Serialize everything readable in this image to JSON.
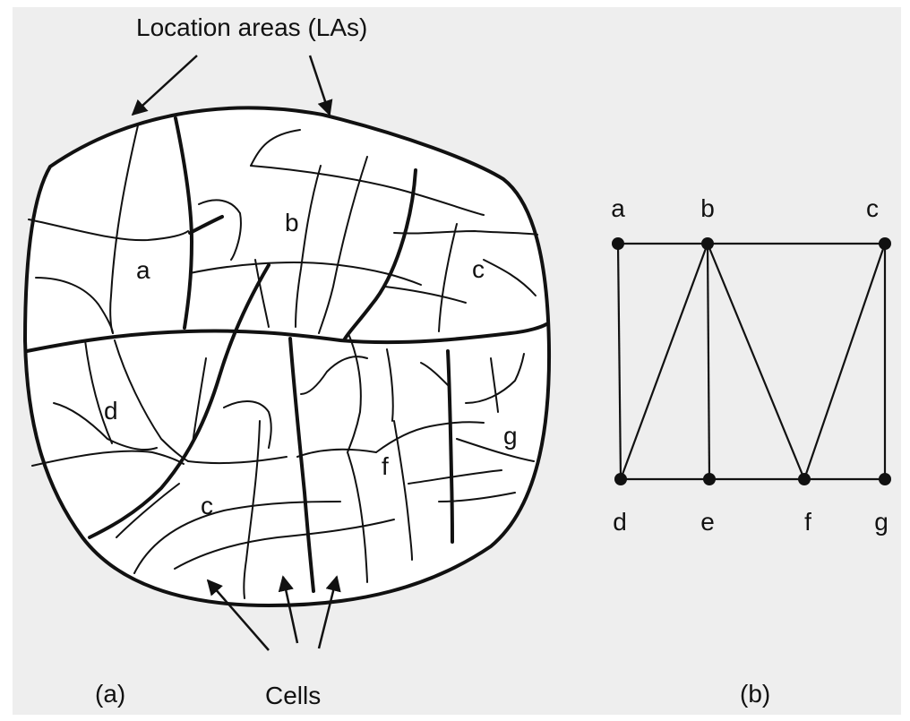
{
  "annotations": {
    "top_label": "Location areas (LAs)",
    "bottom_label": "Cells"
  },
  "map": {
    "areas": [
      {
        "id": "a",
        "label": "a"
      },
      {
        "id": "b",
        "label": "b"
      },
      {
        "id": "c_top",
        "label": "c"
      },
      {
        "id": "d",
        "label": "d"
      },
      {
        "id": "c_bottom",
        "label": "c"
      },
      {
        "id": "f",
        "label": "f"
      },
      {
        "id": "g",
        "label": "g"
      }
    ]
  },
  "graph": {
    "nodes": [
      {
        "id": "a",
        "label": "a"
      },
      {
        "id": "b",
        "label": "b"
      },
      {
        "id": "c",
        "label": "c"
      },
      {
        "id": "d",
        "label": "d"
      },
      {
        "id": "e",
        "label": "e"
      },
      {
        "id": "f",
        "label": "f"
      },
      {
        "id": "g",
        "label": "g"
      }
    ],
    "edges": [
      [
        "a",
        "b"
      ],
      [
        "b",
        "c"
      ],
      [
        "a",
        "d"
      ],
      [
        "b",
        "e"
      ],
      [
        "c",
        "g"
      ],
      [
        "d",
        "e"
      ],
      [
        "e",
        "f"
      ],
      [
        "f",
        "g"
      ],
      [
        "b",
        "d"
      ],
      [
        "b",
        "f"
      ],
      [
        "c",
        "f"
      ]
    ]
  },
  "captions": {
    "left": "(a)",
    "right": "(b)"
  }
}
